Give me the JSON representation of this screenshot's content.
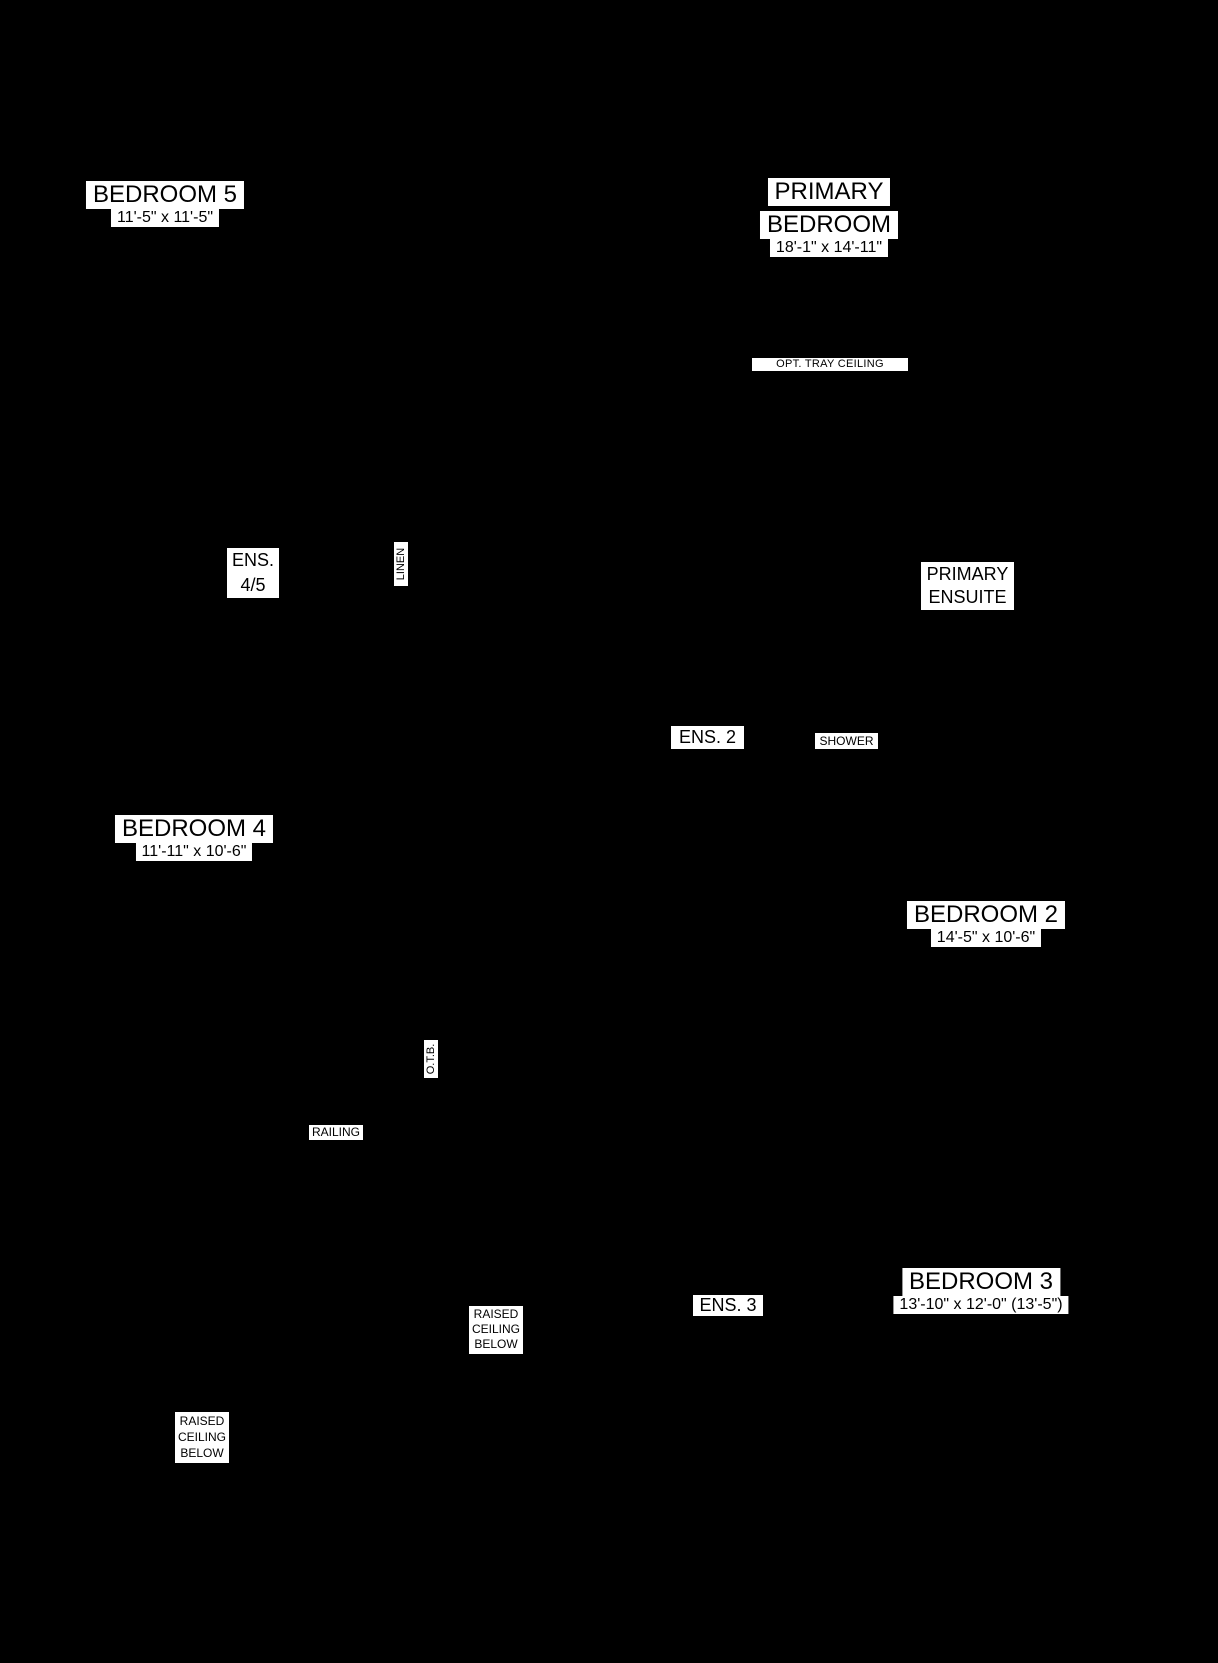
{
  "colors": {
    "background": "#000000",
    "label_background": "#ffffff",
    "label_text": "#000000"
  },
  "labels": {
    "bedroom5": {
      "name": "BEDROOM 5",
      "dims": "11'-5\" x 11'-5\""
    },
    "primary_bedroom": {
      "name_line1": "PRIMARY",
      "name_line2": "BEDROOM",
      "dims": "18'-1\" x 14'-11\""
    },
    "opt_tray_ceiling": {
      "text": "OPT. TRAY CEILING"
    },
    "ens_4_5": {
      "line1": "ENS.",
      "line2": "4/5"
    },
    "linen": {
      "text": "LINEN"
    },
    "primary_ensuite": {
      "line1": "PRIMARY",
      "line2": "ENSUITE"
    },
    "ens_2": {
      "text": "ENS. 2"
    },
    "shower": {
      "text": "SHOWER"
    },
    "bedroom4": {
      "name": "BEDROOM 4",
      "dims": "11'-11\" x 10'-6\""
    },
    "bedroom2": {
      "name": "BEDROOM 2",
      "dims": "14'-5\" x 10'-6\""
    },
    "otb": {
      "text": "O.T.B."
    },
    "railing": {
      "text": "RAILING"
    },
    "ens_3": {
      "text": "ENS. 3"
    },
    "bedroom3": {
      "name": "BEDROOM 3",
      "dims": "13'-10\" x 12'-0\" (13'-5\")"
    },
    "raised_ceiling_upper": {
      "line1": "RAISED",
      "line2": "CEILING",
      "line3": "BELOW"
    },
    "raised_ceiling_lower": {
      "line1": "RAISED",
      "line2": "CEILING",
      "line3": "BELOW"
    }
  }
}
